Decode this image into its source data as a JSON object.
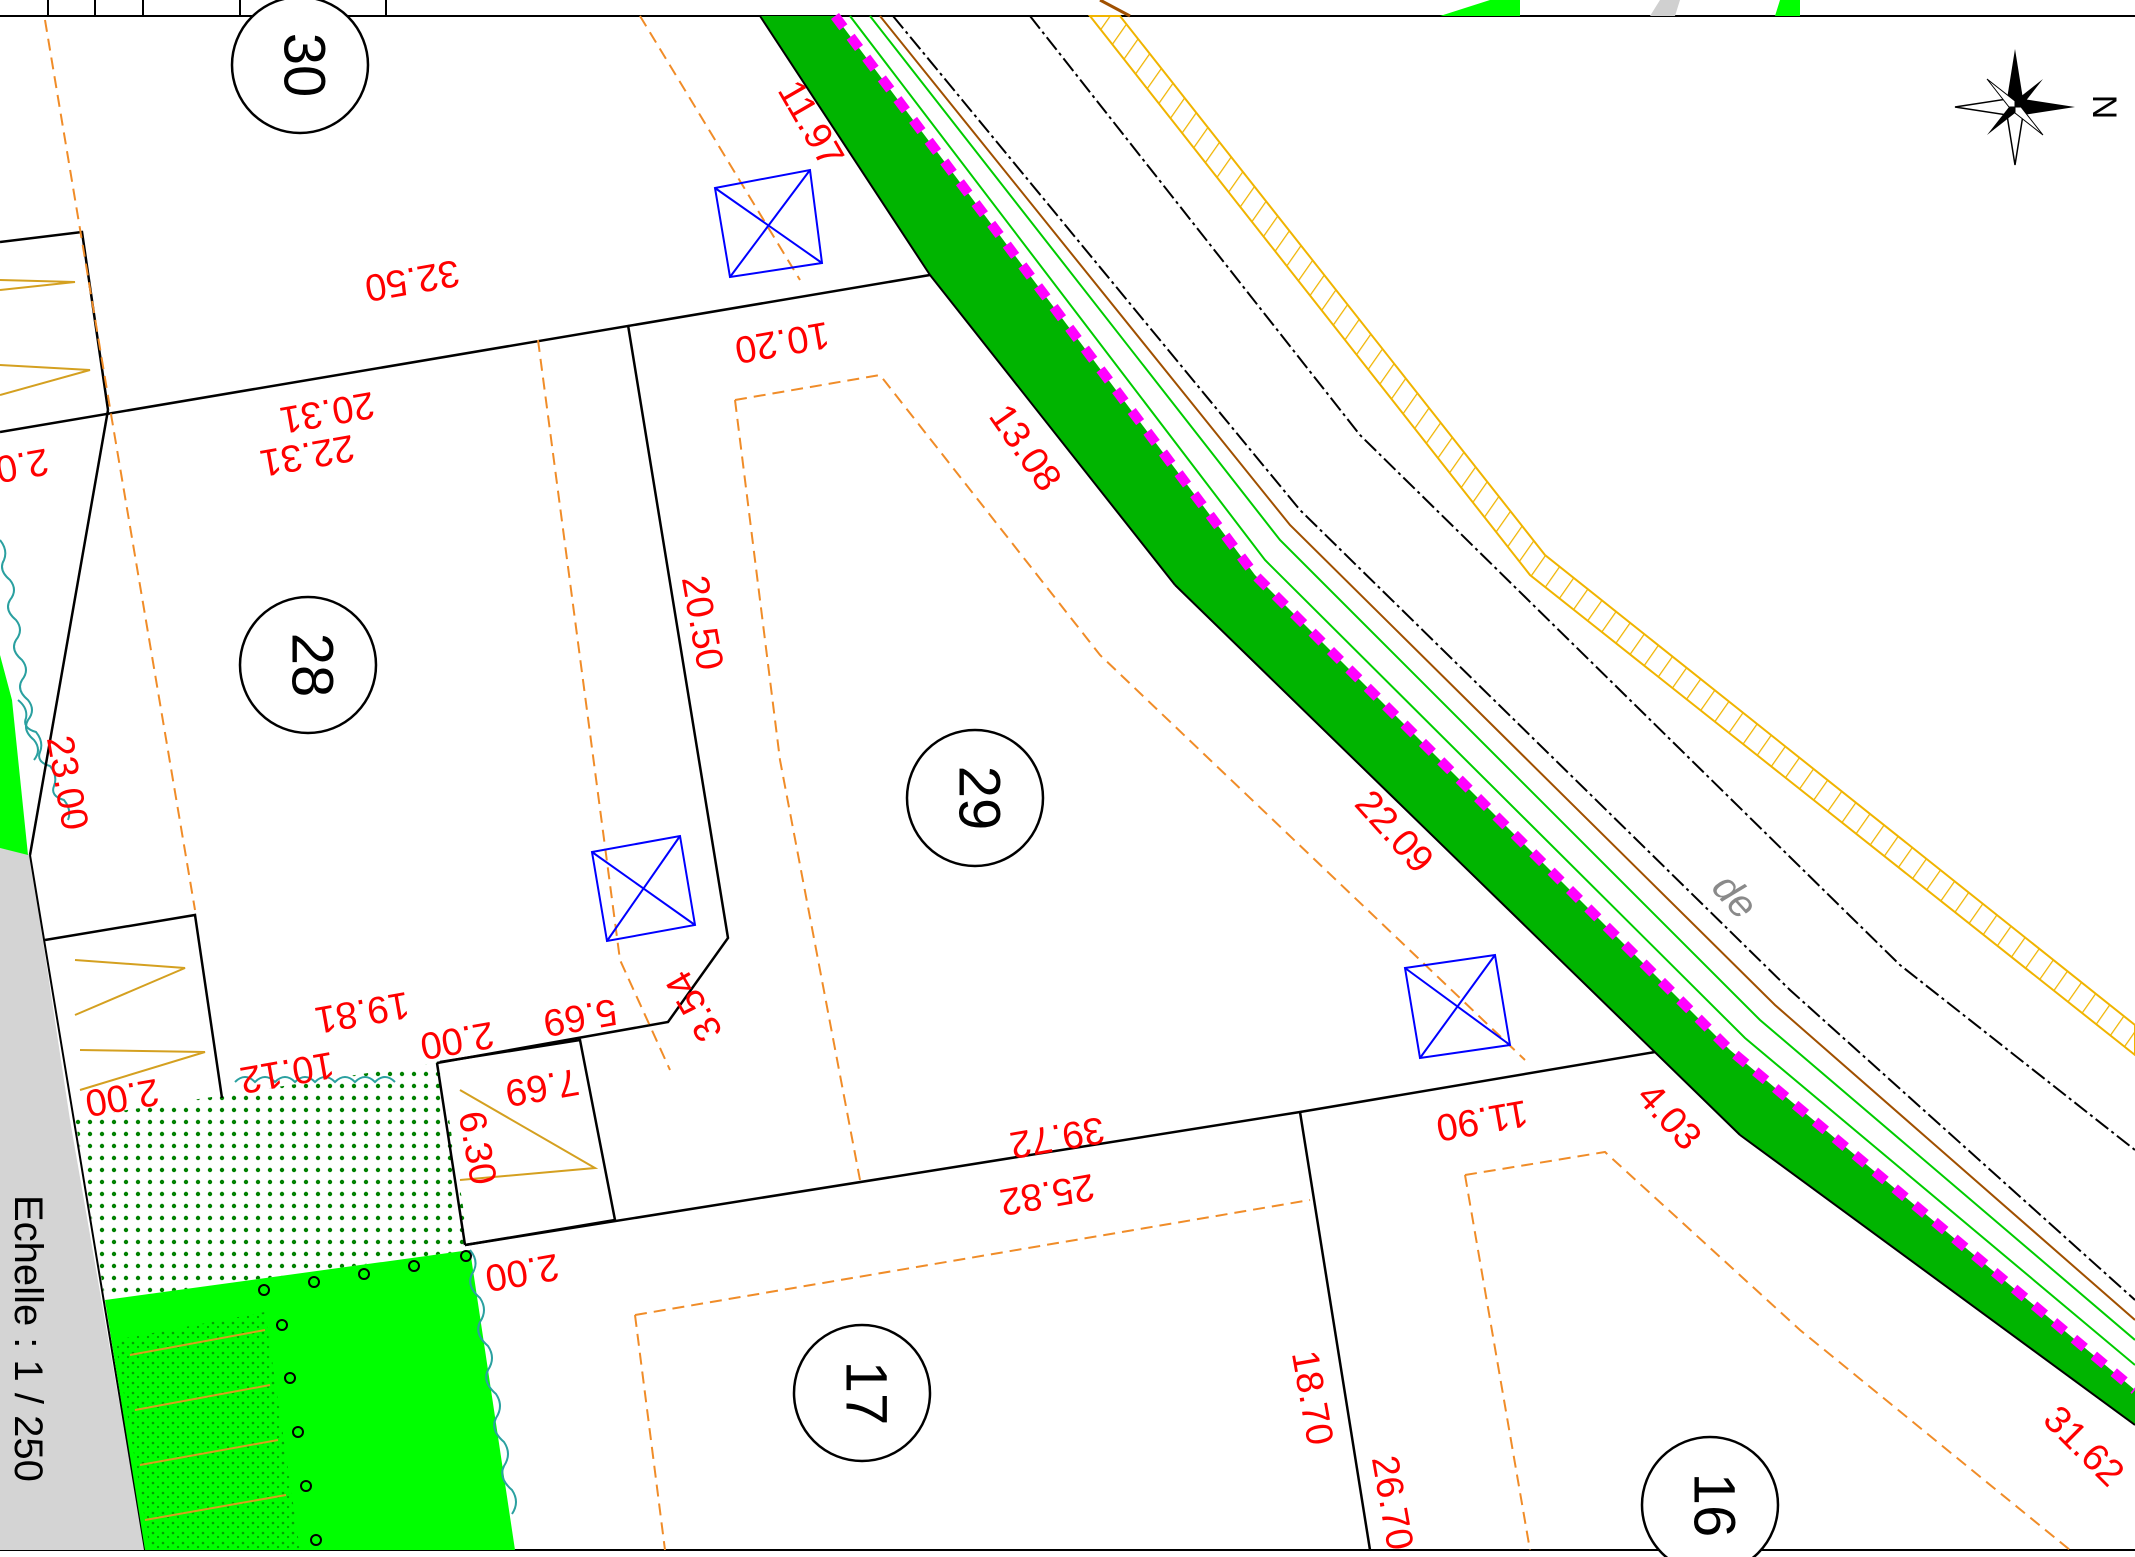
{
  "map": {
    "scale_label": "Echelle : 1 / 250",
    "north_label": "N",
    "street_fragment": "de",
    "lots": [
      {
        "id": "lot-30",
        "number": "30"
      },
      {
        "id": "lot-28",
        "number": "28"
      },
      {
        "id": "lot-29",
        "number": "29"
      },
      {
        "id": "lot-17",
        "number": "17"
      },
      {
        "id": "lot-16",
        "number": "16"
      }
    ],
    "dimensions": [
      "11.97",
      "32.50",
      "10.20",
      "20.31",
      "22.31",
      "2.0",
      "13.08",
      "20.50",
      "23.00",
      "22.09",
      "3.54",
      "5.69",
      "2.00",
      "19.81",
      "10.12",
      "2.00",
      "7.69",
      "6.30",
      "39.72",
      "25.82",
      "11.90",
      "4.03",
      "2.00",
      "18.70",
      "26.70",
      "31.62"
    ],
    "colors": {
      "lot_boundary": "#000000",
      "dimension_text": "#ff0000",
      "setback_line": "#f08c28",
      "green_strip": "#00b400",
      "bright_green": "#00ff00",
      "magenta_marker": "#ff00ff",
      "hatched_band": "#f0b400",
      "building_box": "#0000ff",
      "road_gray": "#d0d0d0"
    }
  }
}
